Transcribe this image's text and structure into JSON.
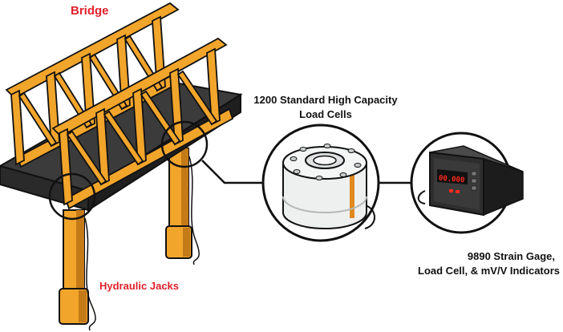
{
  "labels": {
    "bridge": "Bridge",
    "hydraulic_jacks": "Hydraulic Jacks",
    "load_cells_line1": "1200 Standard High Capacity",
    "load_cells_line2": "Load Cells",
    "indicator_line1": "9890 Strain Gage,",
    "indicator_line2": "Load Cell, & mV/V Indicators"
  },
  "indicator_display": {
    "reading": "00.000"
  },
  "colors": {
    "label_red": "#e0212b",
    "label_black": "#111111",
    "wood": "#f2a52b",
    "wood_shade": "#c47a17",
    "deck": "#3a3a3a",
    "display_red": "#ff2a1a",
    "instrument_body": "#2a2a2a"
  }
}
